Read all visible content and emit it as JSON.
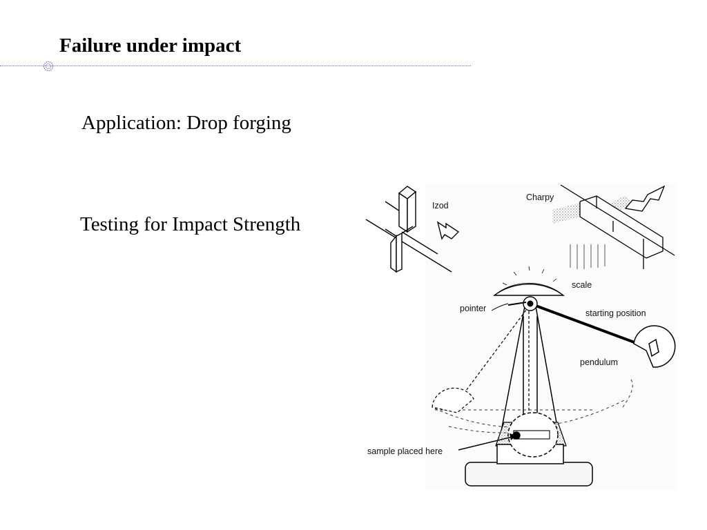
{
  "slide": {
    "title": "Failure under impact",
    "lines": [
      "Application: Drop forging",
      "Testing for Impact Strength"
    ]
  },
  "figure": {
    "labels": {
      "izod": "Izod",
      "charpy": "Charpy",
      "scale": "scale",
      "pointer": "pointer",
      "starting_position": "starting position",
      "pendulum": "pendulum",
      "sample": "sample placed here"
    }
  },
  "colors": {
    "rule": "#6a6ad8",
    "text": "#000000"
  }
}
